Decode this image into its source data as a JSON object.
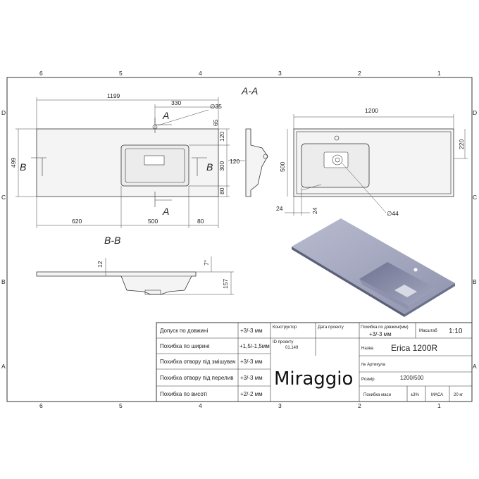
{
  "grid": {
    "columns": [
      "6",
      "5",
      "4",
      "3",
      "2",
      "1"
    ],
    "rows": [
      "D",
      "C",
      "B",
      "A"
    ]
  },
  "top_view": {
    "width_total": "1199",
    "drain_offset": "330",
    "drain_diameter": "∅35",
    "dim_65": "65",
    "dim_120": "120",
    "dim_300": "300",
    "dim_80": "80",
    "depth": "499",
    "left": "620",
    "bowl_width": "500",
    "right": "80",
    "section_a_top": "A",
    "section_a_bottom": "A",
    "section_b_left": "B",
    "section_b_right": "B"
  },
  "side_view": {
    "dim_120": "120"
  },
  "section_aa": {
    "title": "A-A",
    "width": "1200",
    "depth": "500",
    "dim_220": "220",
    "dim_24_a": "24",
    "dim_24_b": "24",
    "diameter": "∅44"
  },
  "section_bb": {
    "title": "B-B",
    "dim_12": "12",
    "angle": "7°",
    "height": "157"
  },
  "title_block": {
    "rows": [
      {
        "label": "Допуск по довжині",
        "value": "+3/-3 мм"
      },
      {
        "label": "Похибка по ширині",
        "value": "+1,5/-1,5мм"
      },
      {
        "label": "Похибка отвору під змішувач",
        "value": "+3/-3 мм"
      },
      {
        "label": "Похибка отвору під перелив",
        "value": "+3/-3 мм"
      },
      {
        "label": "Похибка по висоті",
        "value": "+2/-2 мм"
      }
    ],
    "designer_label": "Конструктор",
    "project_date_label": "Дата проекту",
    "project_id_label": "ID проекту",
    "project_id_value": "01.149",
    "length_tol_label": "Похибка по довжині(мм)",
    "length_tol_value": "+3/-3 мм",
    "scale_label": "Масштаб",
    "scale_value": "1:10",
    "name_label": "Назва",
    "name_value": "Erica 1200R",
    "article_label": "№ Артикула",
    "size_label": "Розмір",
    "size_value": "1200/500",
    "brand": "Miraggio",
    "mass_tol_label": "Похибка маси",
    "mass_tol_value": "±3%",
    "mass_label": "МАСА",
    "mass_value": "20 кг"
  }
}
